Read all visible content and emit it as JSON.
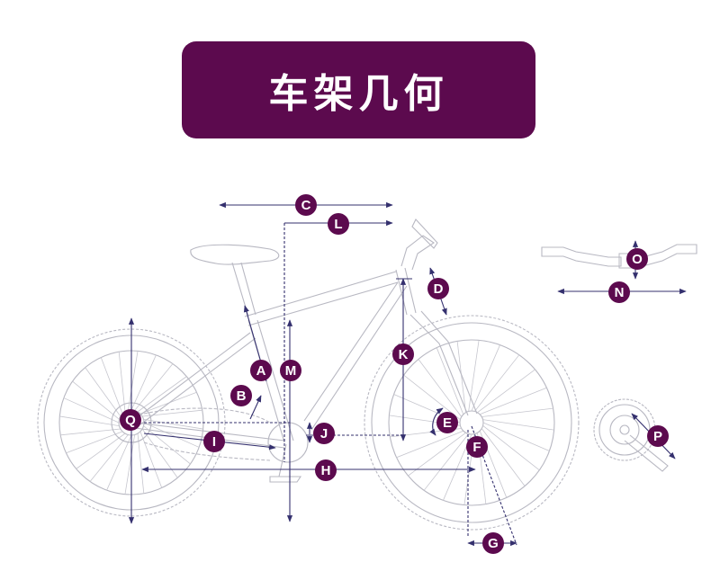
{
  "page": {
    "title": "车架几何",
    "accent_color": "#5c0a4e",
    "line_color": "#34306e",
    "outline_color": "#b8b8c2"
  },
  "measurements": {
    "A": "A",
    "B": "B",
    "C": "C",
    "D": "D",
    "E": "E",
    "F": "F",
    "G": "G",
    "H": "H",
    "I": "I",
    "J": "J",
    "K": "K",
    "L": "L",
    "M": "M",
    "N": "N",
    "O": "O",
    "P": "P",
    "Q": "Q"
  }
}
